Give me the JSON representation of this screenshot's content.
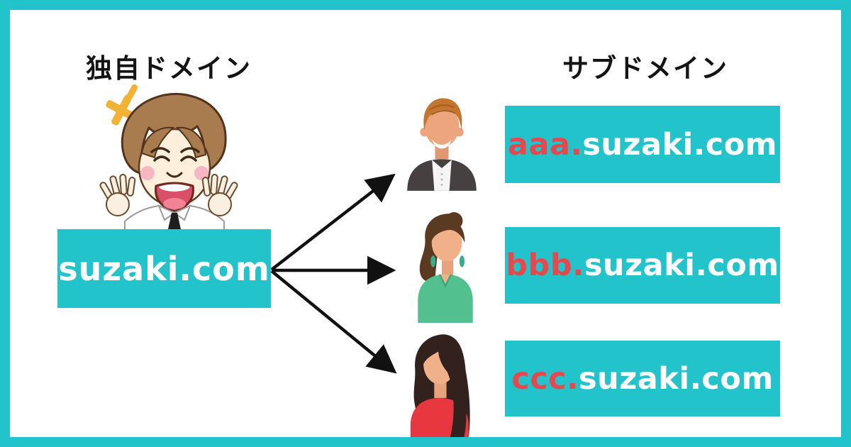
{
  "canvas": {
    "border_color": "#22C3CB",
    "background": "#ffffff"
  },
  "colors": {
    "teal_accent": "#22C3CB",
    "subdomain_prefix_red": "#E8484D",
    "arrow_black": "#111111"
  },
  "left": {
    "heading": "独自ドメイン",
    "mascot": "laughing-person-icon",
    "domain_box": {
      "label": "suzaki.com",
      "bg": "#22C3CB",
      "text_color": "#ffffff"
    }
  },
  "right": {
    "heading": "サブドメイン",
    "items": [
      {
        "avatar": "businessman-avatar",
        "prefix": "aaa.",
        "suffix": "suzaki.com"
      },
      {
        "avatar": "woman-green-avatar",
        "prefix": "bbb.",
        "suffix": "suzaki.com"
      },
      {
        "avatar": "woman-red-avatar",
        "prefix": "ccc.",
        "suffix": "suzaki.com"
      }
    ]
  }
}
